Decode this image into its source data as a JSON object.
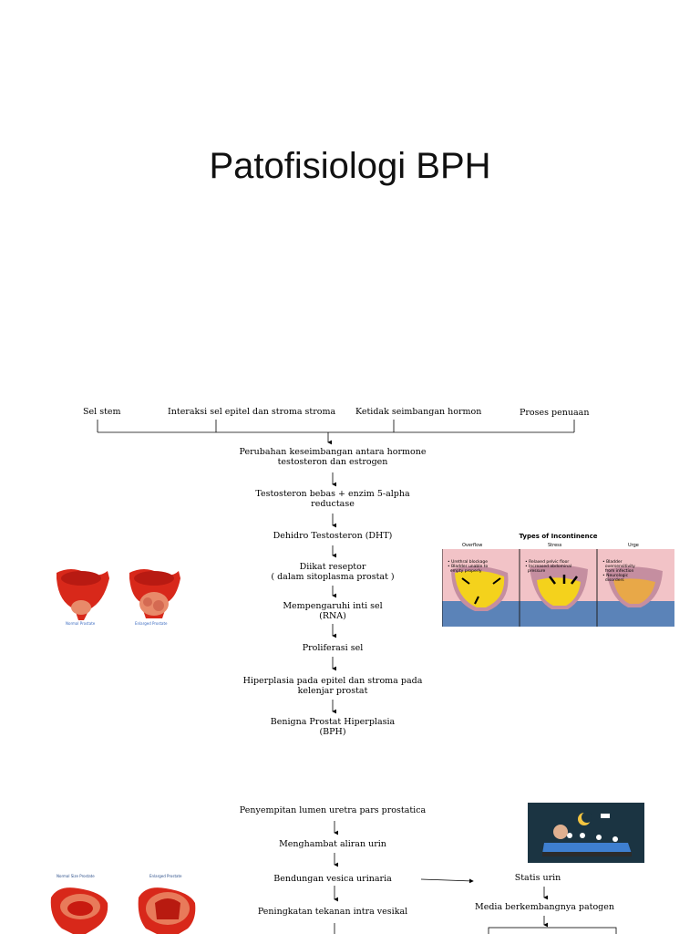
{
  "slide": {
    "title": "Patofisiologi BPH"
  },
  "causes": [
    "Sel stem",
    "Interaksi sel epitel dan stroma stroma",
    "Ketidak seimbangan hormon",
    "Proses penuaan"
  ],
  "flow_main": [
    "Perubahan keseimbangan antara hormone",
    "testosteron dan estrogen",
    "Testosteron bebas + enzim 5-alpha",
    "reductase",
    "Dehidro Testosteron (DHT)",
    "Diikat reseptor",
    "( dalam sitoplasma prostat )",
    "Mempengaruhi inti sel",
    "(RNA)",
    "Proliferasi sel",
    "Hiperplasia pada epitel dan stroma pada",
    "kelenjar prostat",
    "Benigna Prostat Hiperplasia",
    "(BPH)"
  ],
  "flow_lower": [
    "Penyempitan lumen uretra pars prostatica",
    "Menghambat aliran urin",
    "Bendungan vesica urinaria",
    "Peningkatan tekanan intra vesikal"
  ],
  "flow_right": [
    "Statis urin",
    "Media berkembangnya patogen"
  ],
  "figures": {
    "prostate_small": {
      "labels": [
        "Normal Prostate",
        "Enlarged Prostate"
      ]
    },
    "incontinence": {
      "title": "Types of Incontinence",
      "panels": [
        {
          "name": "Overflow",
          "notes": [
            "• Urethral blockage",
            "• Bladder unable to",
            "  empty properly"
          ]
        },
        {
          "name": "Stress",
          "notes": [
            "• Relaxed pelvic floor",
            "• Increased abdominal",
            "  pressure"
          ]
        },
        {
          "name": "Urge",
          "notes": [
            "• Bladder",
            "  oversensitivity",
            "  from infection",
            "• Neurologic",
            "  disorders"
          ]
        }
      ]
    },
    "prostate_large": {
      "labels": [
        "Normal Size Prostate",
        "Enlarged Prostate"
      ]
    }
  },
  "colors": {
    "prostate": "#e0301e",
    "bladder_bg": "#f2c3c7",
    "urine": "#f4d21c",
    "night_bg": "#1b3442"
  }
}
